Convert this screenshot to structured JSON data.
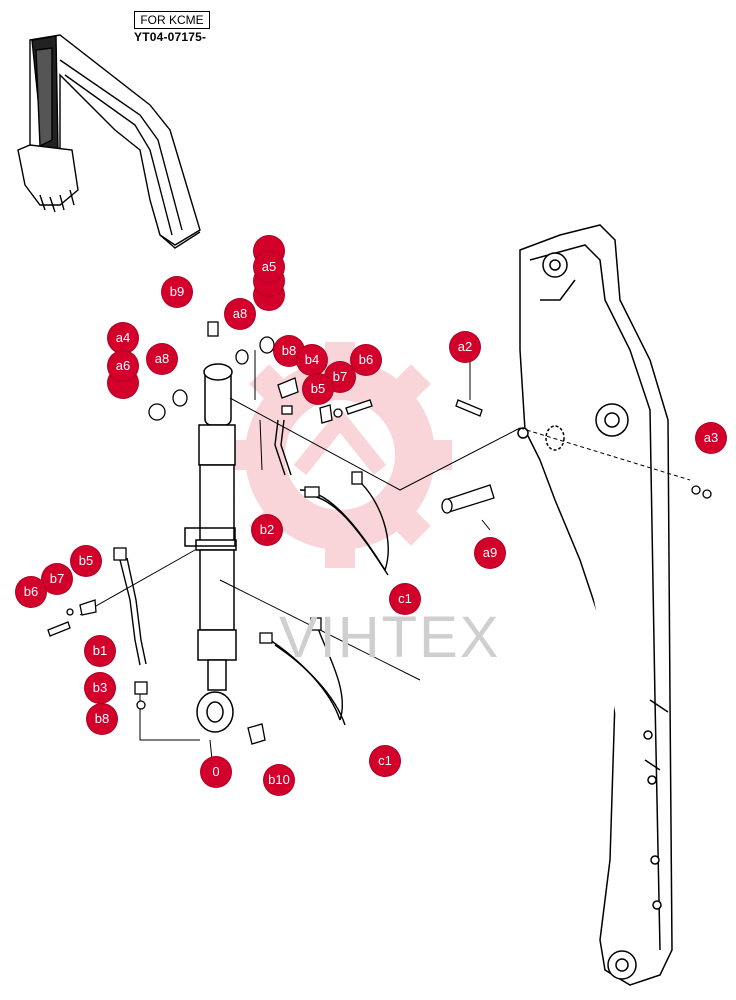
{
  "header": {
    "variant_label": "FOR KCME",
    "serial_range": "YT04-07175-"
  },
  "watermark": {
    "text": "VIHTEX",
    "color": "#f2a0a8"
  },
  "callout_color": "#d2002a",
  "callouts": {
    "a5_hidden_top": "",
    "a5": "a5",
    "a5_stack": "",
    "b9": "b9",
    "a8_top": "a8",
    "a4": "a4",
    "a6": "a6",
    "a8_left": "a8",
    "b8_top": "b8",
    "b4": "b4",
    "b7_top": "b7",
    "b6_top": "b6",
    "b5_top": "b5",
    "a2": "a2",
    "a3": "a3",
    "b2": "b2",
    "a9": "a9",
    "c1_top": "c1",
    "b5_left": "b5",
    "b7_left": "b7",
    "b6_left": "b6",
    "b1": "b1",
    "b3": "b3",
    "b8_left": "b8",
    "zero": "0",
    "b10": "b10",
    "c1_bottom": "c1"
  }
}
